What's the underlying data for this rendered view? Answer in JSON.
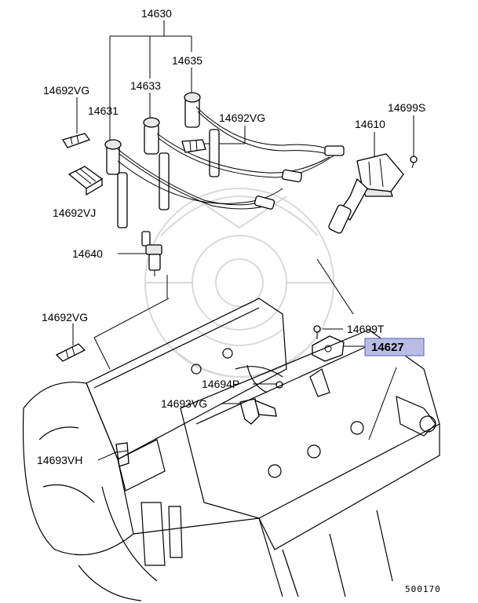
{
  "labels": {
    "p14630": "14630",
    "p14635": "14635",
    "p14633": "14633",
    "p14631": "14631",
    "p14692vg_a": "14692VG",
    "p14692vg_b": "14692VG",
    "p14692vg_c": "14692VG",
    "p14699s": "14699S",
    "p14610": "14610",
    "p14692vj": "14692VJ",
    "p14640": "14640",
    "p14699t": "14699T",
    "p14627": "14627",
    "p14694p": "14694P",
    "p14693vg": "14693VG",
    "p14693vh": "14693VH"
  },
  "diagram_number": "500170",
  "colors": {
    "highlight_fill": "#b9bde6",
    "highlight_stroke": "#5a5fb0",
    "line": "#000000",
    "watermark": "#d9d9d9"
  }
}
